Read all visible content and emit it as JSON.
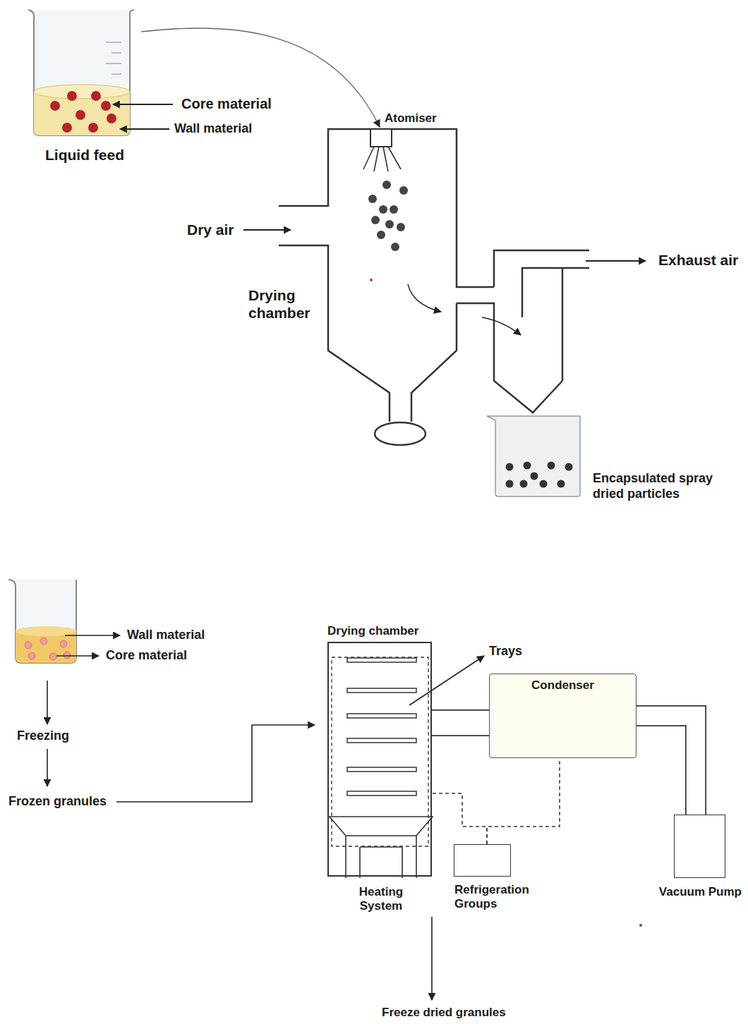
{
  "diagram": {
    "nodes": [
      {
        "text": [
          "Drying chamber"
        ]
      },
      {
        "text": [
          "Heating System"
        ],
        "in": 0
      },
      {
        "text": [
          "Condenser"
        ]
      },
      {
        "text": [
          "Refrigeration Groups"
        ]
      },
      {
        "text": [
          "Vacuum Pump"
        ]
      }
    ],
    "edges": [
      {
        "from": 0,
        "to": 2,
        "arrow": "none"
      },
      {
        "from": 2,
        "to": 4,
        "arrow": "none"
      },
      {
        "from": 3,
        "to": 2,
        "arrow": "none"
      },
      {
        "from": 3,
        "to": 0,
        "arrow": "none"
      }
    ],
    "labels": [
      "Core material",
      "Wall material",
      "Liquid feed",
      "Atomiser",
      "Dry air",
      "Drying chamber",
      "Exhaust air",
      "Encapsulated spray dried particles",
      "Wall material",
      "Core material",
      "Freezing",
      "Frozen granules",
      "Trays",
      "Freeze dried granules"
    ]
  }
}
